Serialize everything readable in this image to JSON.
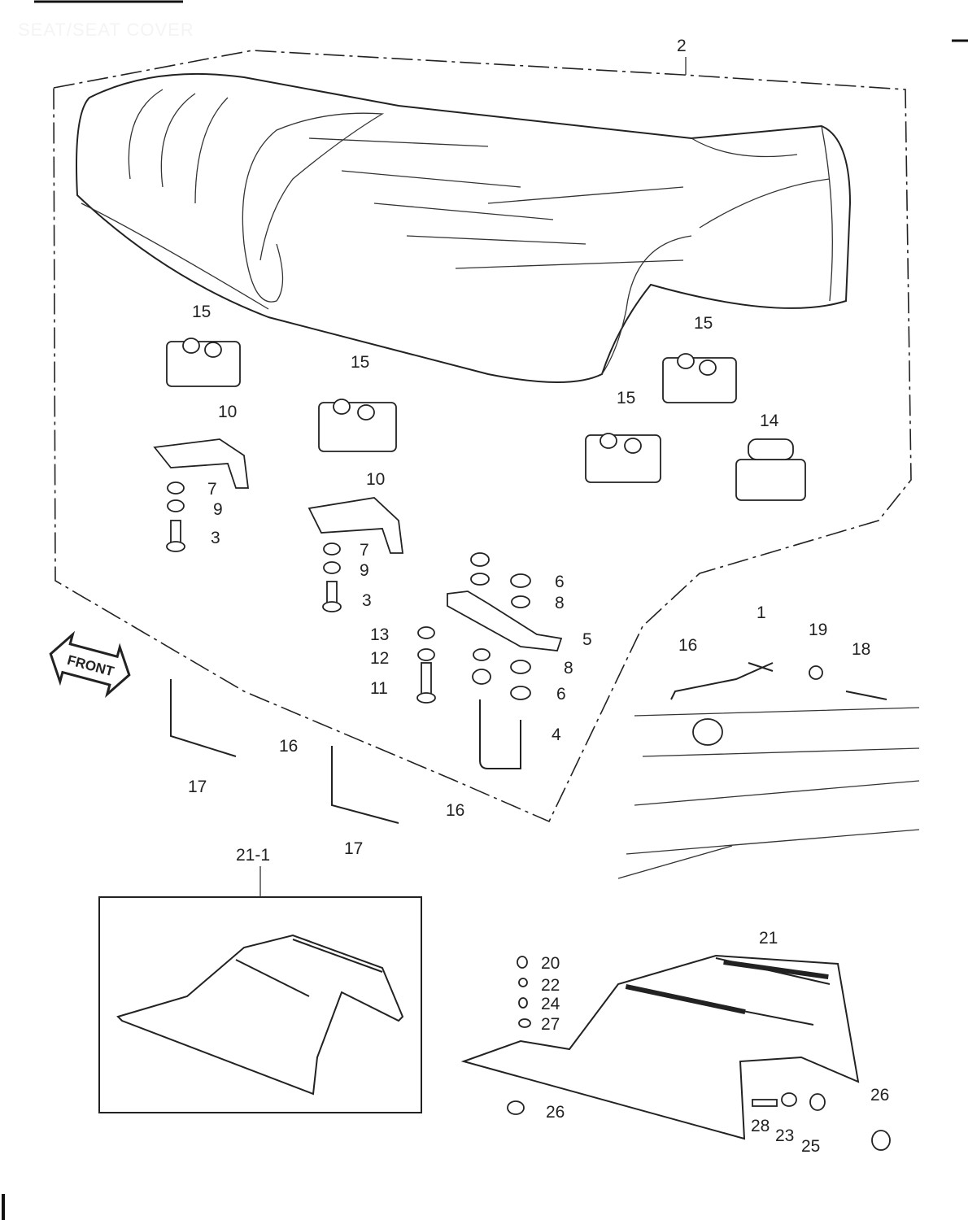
{
  "title": "SEAT/SEAT COVER",
  "front_label": "FRONT",
  "callouts": [
    "2",
    "15",
    "15",
    "15",
    "15",
    "10",
    "10",
    "14",
    "7",
    "9",
    "3",
    "7",
    "9",
    "3",
    "6",
    "8",
    "5",
    "13",
    "12",
    "11",
    "8",
    "6",
    "4",
    "1",
    "19",
    "18",
    "16",
    "16",
    "17",
    "16",
    "17",
    "21-1",
    "21",
    "20",
    "22",
    "24",
    "27",
    "26",
    "26",
    "28",
    "23",
    "25"
  ]
}
